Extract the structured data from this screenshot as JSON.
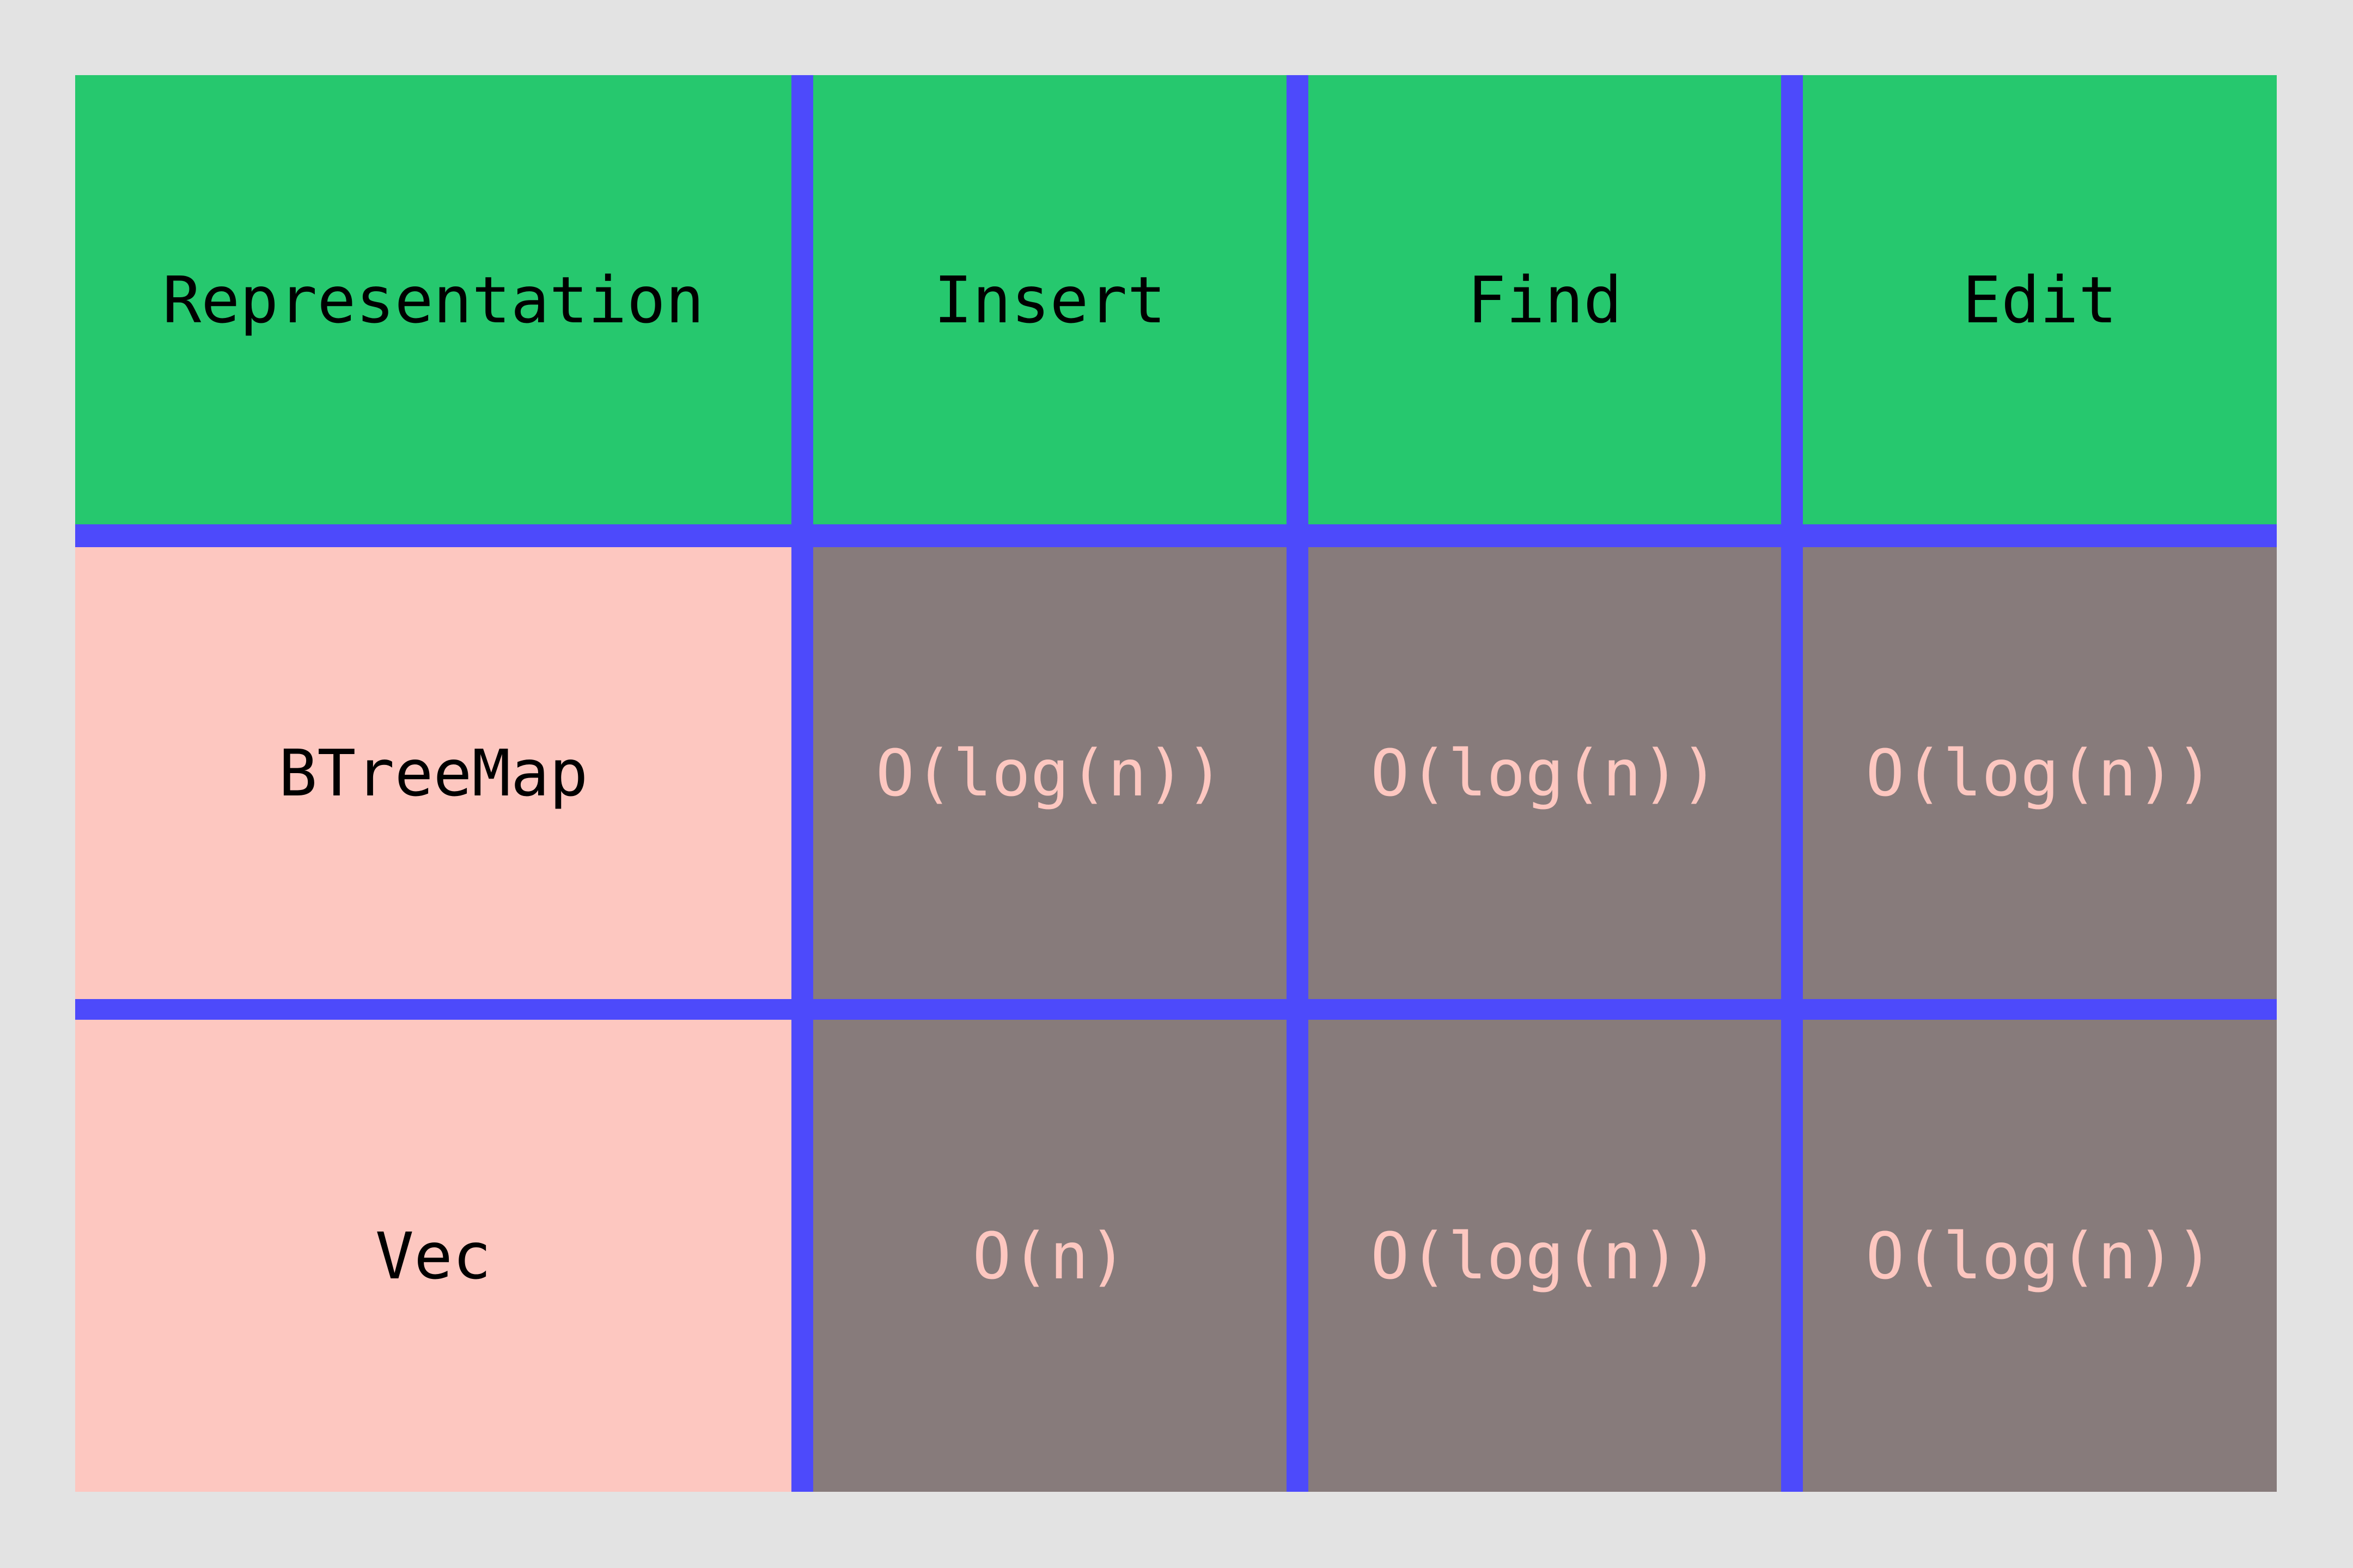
{
  "palette": {
    "page_background": "#e3e3e3",
    "header_background": "#26c86e",
    "label_background": "#fdc7c0",
    "data_background": "#877b7b",
    "grid_line": "#4d4afb",
    "header_text": "#000000",
    "label_text": "#000000",
    "data_text": "#fdc7c0"
  },
  "table": {
    "columns": [
      {
        "key": "representation",
        "label": "Representation"
      },
      {
        "key": "insert",
        "label": "Insert"
      },
      {
        "key": "find",
        "label": "Find"
      },
      {
        "key": "edit",
        "label": "Edit"
      }
    ],
    "rows": [
      {
        "representation": "BTreeMap",
        "insert": "O(log(n))",
        "find": "O(log(n))",
        "edit": "O(log(n))"
      },
      {
        "representation": "Vec",
        "insert": "O(n)",
        "find": "O(log(n))",
        "edit": "O(log(n))"
      }
    ]
  }
}
